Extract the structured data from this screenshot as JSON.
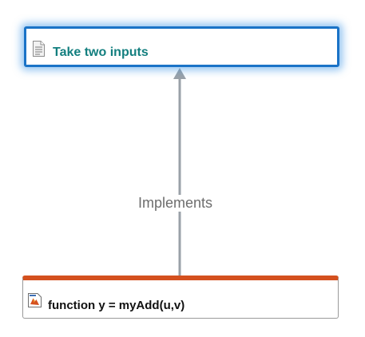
{
  "requirement": {
    "title": "Take two inputs",
    "icon": "document-icon"
  },
  "link": {
    "label": "Implements"
  },
  "implementation": {
    "title": "function y = myAdd(u,v)",
    "icon": "matlab-function-icon"
  },
  "colors": {
    "requirement_border": "#1a73c7",
    "requirement_text": "#137f7f",
    "implementation_accent": "#d4501e",
    "connector": "#9aa1a8"
  }
}
